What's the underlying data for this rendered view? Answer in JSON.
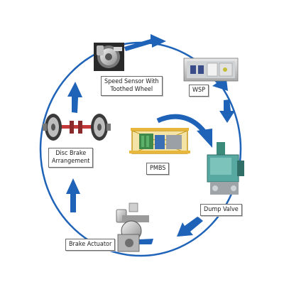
{
  "diagram": {
    "labels": {
      "speed_sensor": [
        "Speed Sensor With",
        "Toothed Wheel"
      ],
      "wsp": "WSP",
      "pmbs": "PMBS",
      "dump_valve": "Dump Valve",
      "brake_actuator": "Brake Actuator",
      "disc_brake": [
        "Disc Brake",
        "Arrangement"
      ]
    },
    "colors": {
      "cycle_ring": "#1f63b8",
      "arrow_fill": "#1f63b8",
      "label_border": "#6a6a6a",
      "wheel_red": "#c43a3a",
      "valve_teal": "#58a8a2",
      "pmbs_yellow": "#e7b73b",
      "pmbs_green": "#3f8a4a"
    },
    "icons": {
      "speed_sensor": "speed-sensor-wheel-photo",
      "wsp": "wsp-control-unit-photo",
      "pmbs": "pmbs-frame-photo",
      "dump_valve": "dump-valve-photo",
      "brake_actuator": "brake-actuator-photo",
      "disc_brake": "wheelset-disc-brake-photo"
    }
  }
}
